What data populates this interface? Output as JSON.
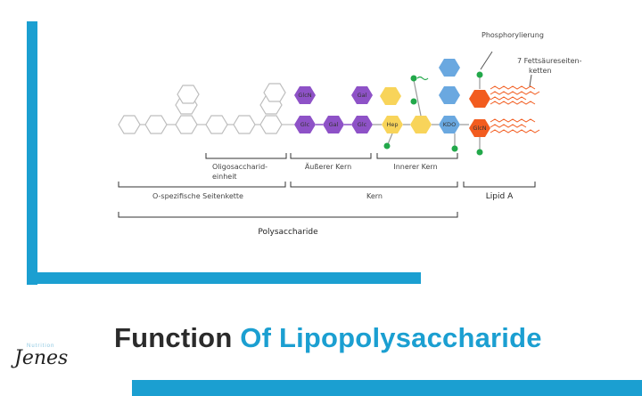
{
  "colors": {
    "accent": "#1b9fd1",
    "purple": "#8e52c7",
    "yellow": "#f8d45a",
    "blue": "#6aa8e0",
    "orange": "#f25c1f",
    "green": "#22a84a",
    "hex_outline": "#bfbfbf"
  },
  "diagram": {
    "labels": {
      "phosphorylierung": "Phosphorylierung",
      "fett_line1": "7 Fettsäureseiten-",
      "fett_line2": "ketten",
      "oligo_line1": "Oligosaccharid-",
      "oligo_line2": "einheit",
      "aeusserer": "Äußerer Kern",
      "innerer": "Innerer Kern",
      "o_spezifisch": "O-spezifische Seitenkette",
      "kern": "Kern",
      "lipid_a": "Lipid A",
      "polysaccharide": "Polysaccharide"
    },
    "sugars": {
      "glcn_purple": "GlcN",
      "glc": "Glc",
      "gal": "Gal",
      "gal_top": "Gal",
      "glc2": "Glc",
      "hep": "Hep",
      "kdo": "KDO",
      "glcn_orange": "GlcN"
    }
  },
  "title": {
    "part1": "Function",
    "part2": "Of Lipopolysaccharide"
  },
  "logo": {
    "text": "Jenes",
    "small": "Nutrition"
  }
}
